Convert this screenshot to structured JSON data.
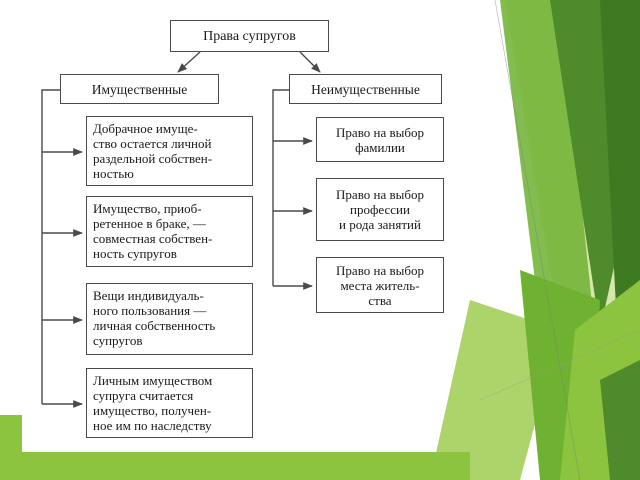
{
  "title": "Права супругов",
  "left_branch": {
    "label": "Имущественные",
    "items": [
      [
        "Добрачное имуще-",
        "ство остается личной",
        "раздельной собствен-",
        "ностью"
      ],
      [
        "Имущество, приоб-",
        "ретенное в браке, —",
        "совместная собствен-",
        "ность супругов"
      ],
      [
        "Вещи индивидуаль-",
        "ного пользования —",
        "личная собственность",
        "супругов"
      ],
      [
        "Личным имуществом",
        "супруга считается",
        "имущество, получен-",
        "ное им по наследству"
      ]
    ]
  },
  "right_branch": {
    "label": "Неимущественные",
    "items": [
      [
        "Право на выбор",
        "фамилии"
      ],
      [
        "Право на выбор",
        "профессии",
        "и рода занятий"
      ],
      [
        "Право на выбор",
        "места житель-",
        "ства"
      ]
    ]
  },
  "colors": {
    "line": "#4a4a4a",
    "accent_green_dark": "#4f8a2b",
    "accent_green": "#6fb130",
    "accent_green_light": "#a4cf5a",
    "accent_green_pale": "#cfe5a2"
  }
}
